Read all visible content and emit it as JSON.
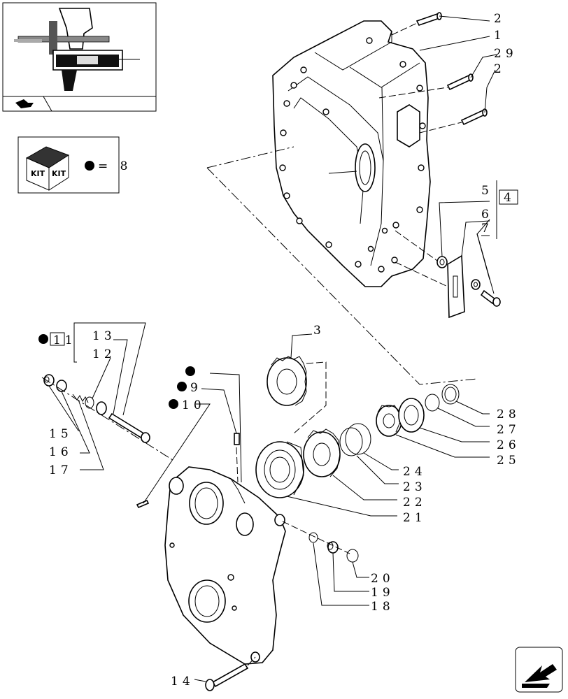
{
  "kit_legend": {
    "kit_label_1": "KIT",
    "kit_label_2": "KIT",
    "equals_text": "= 8"
  },
  "callouts": {
    "c2a": "2",
    "c1": "1",
    "c29": "29",
    "c2b": "2",
    "c5": "5",
    "c4": "4",
    "c6": "6",
    "c7": "7",
    "c3": "3",
    "c11": "11",
    "c13": "13",
    "c12": "12",
    "c9": "9",
    "c10": "10",
    "c15": "15",
    "c16": "16",
    "c17": "17",
    "c28": "28",
    "c27": "27",
    "c26": "26",
    "c25": "25",
    "c24": "24",
    "c23": "23",
    "c22": "22",
    "c21": "21",
    "c20": "20",
    "c19": "19",
    "c18": "18",
    "c14": "14"
  },
  "icons": {
    "thumbnail": "assembly-thumbnail-icon",
    "kit": "kit-box-icon",
    "nav": "next-page-arrow-icon",
    "bullet": "kit-bullet-icon"
  }
}
